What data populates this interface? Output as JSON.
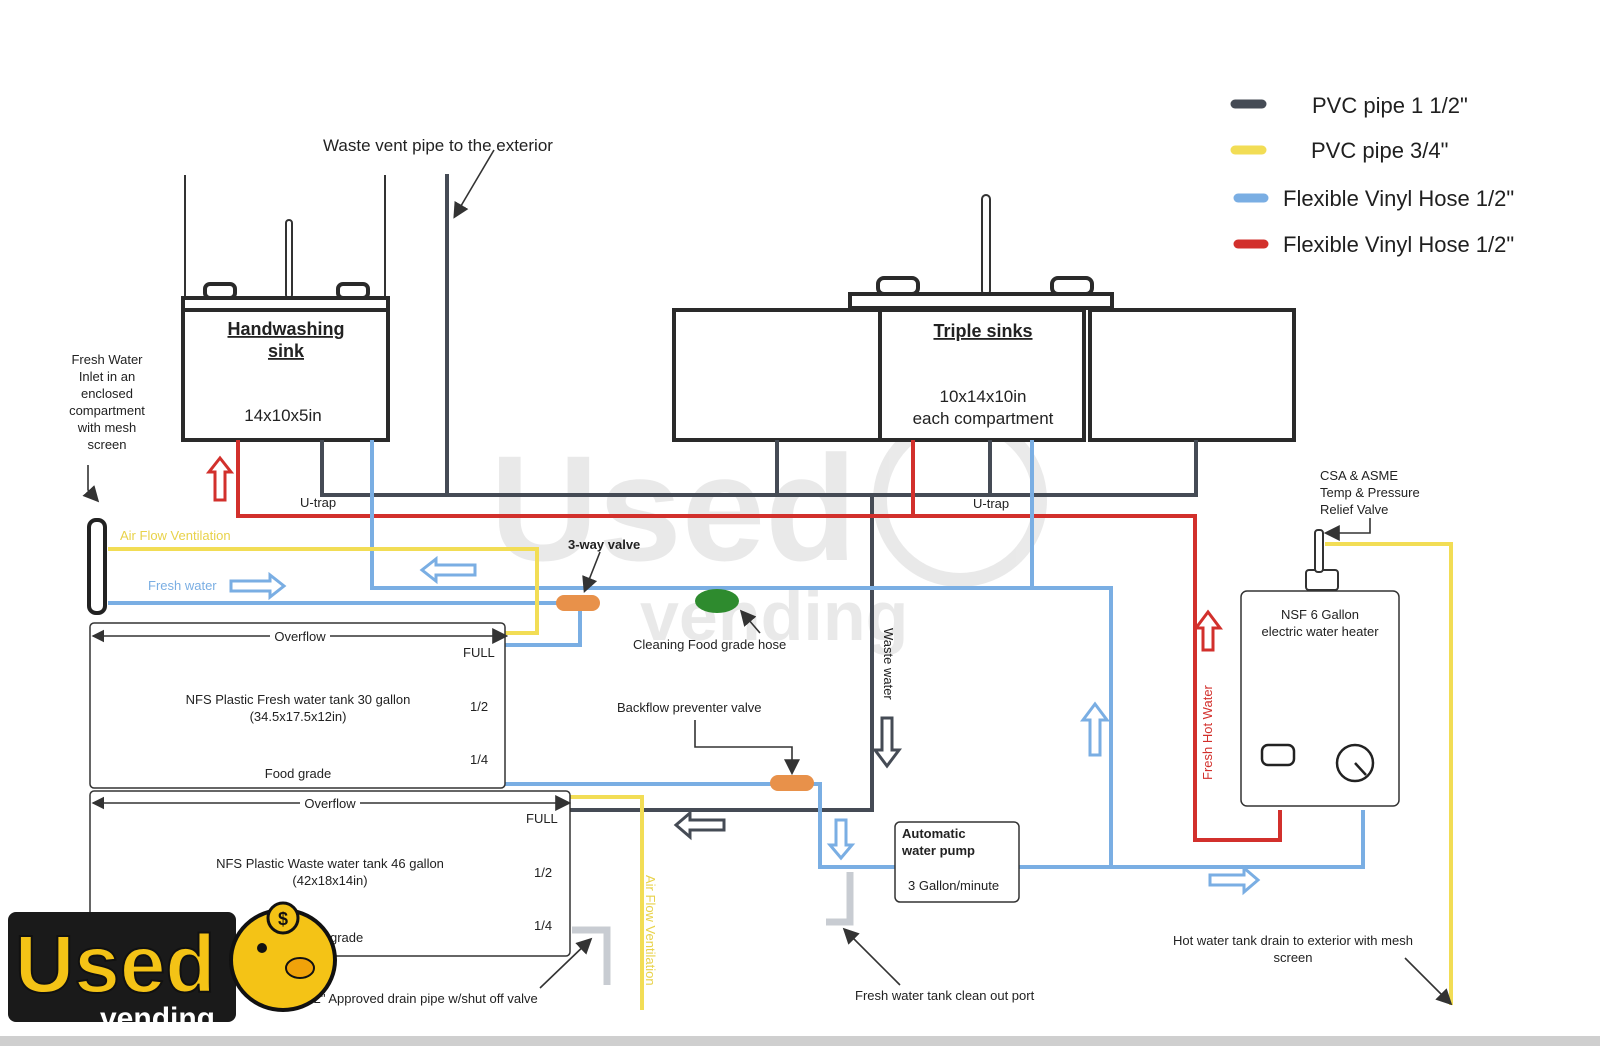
{
  "legend": [
    {
      "label": "PVC pipe 1 1/2\"",
      "color": "#454b55"
    },
    {
      "label": "PVC pipe 3/4\"",
      "color": "#f2dd55"
    },
    {
      "label": "Flexible Vinyl Hose 1/2\"",
      "color": "#7aaee3"
    },
    {
      "label": "Flexible Vinyl Hose 1/2\"",
      "color": "#d2302c"
    }
  ],
  "labels": {
    "waste_vent": "Waste vent pipe to the exterior",
    "handwash_title_1": "Handwashing",
    "handwash_title_2": "sink",
    "handwash_dims": "14x10x5in",
    "triple_title": "Triple sinks",
    "triple_dims_1": "10x14x10in",
    "triple_dims_2": "each compartment",
    "fresh_inlet": [
      "Fresh Water",
      "Inlet in an",
      "enclosed",
      "compartment",
      "with mesh",
      "screen"
    ],
    "utrap_left": "U-trap",
    "utrap_right": "U-trap",
    "air_flow_top": "Air Flow Ventilation",
    "fresh_water": "Fresh water",
    "three_way": "3-way valve",
    "cleaning_hose": "Cleaning Food grade hose",
    "backflow": "Backflow preventer valve",
    "waste_water": "Waste water",
    "fresh_hot": "Fresh Hot Water",
    "csa": [
      "CSA & ASME",
      "Temp & Pressure",
      "Relief Valve"
    ],
    "heater": [
      "NSF 6 Gallon",
      "electric water heater"
    ],
    "pump_1": "Automatic",
    "pump_2": "water pump",
    "pump_rate": "3 Gallon/minute",
    "fresh_tank": {
      "overflow": "Overflow",
      "full": "FULL",
      "name_1": "NFS Plastic Fresh water tank 30 gallon",
      "name_2": "(34.5x17.5x12in)",
      "half": "1/2",
      "quarter": "1/4",
      "food_grade": "Food grade"
    },
    "waste_tank": {
      "overflow": "Overflow",
      "full": "FULL",
      "name_1": "NFS Plastic Waste water tank 46 gallon",
      "name_2": "(42x18x14in)",
      "half": "1/2",
      "quarter": "1/4",
      "grade": "grade"
    },
    "air_flow_bottom": "Air Flow Ventilation",
    "drain_pipe": "/2\" Approved drain pipe w/shut off valve",
    "cleanout": "Fresh water tank clean out port",
    "hot_drain_1": "Hot water tank drain to exterior with mesh",
    "hot_drain_2": "screen"
  },
  "watermark": "Used vending",
  "logo": {
    "word_1": "Used",
    "word_2": "vending",
    "symbol": "$"
  }
}
